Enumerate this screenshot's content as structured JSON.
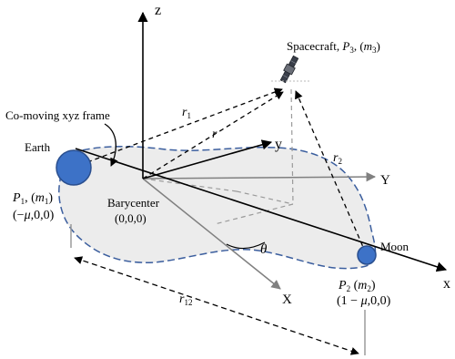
{
  "axes": {
    "z": "z",
    "x": "x",
    "y": "y",
    "X": "X",
    "Y": "Y"
  },
  "spacecraft": {
    "title": "Spacecraft, ",
    "p": "P",
    "p_sub": "3",
    "mass_open": ", (",
    "m": "m",
    "m_sub": "3",
    "mass_close": ")"
  },
  "earth": {
    "name": "Earth",
    "p": "P",
    "p_sub": "1",
    "mass_open": ", (",
    "m": "m",
    "m_sub": "1",
    "mass_close": ")",
    "coords_open": "(−",
    "mu": "μ",
    "coords_close": ",0,0)"
  },
  "moon": {
    "name": "Moon",
    "p": "P",
    "p_sub": "2",
    "mass_open": " (",
    "m": "m",
    "m_sub": "2",
    "mass_close": ")",
    "coords_open": "(1 − ",
    "mu": "μ",
    "coords_close": ",0,0)"
  },
  "barycenter": {
    "name": "Barycenter",
    "coords": "(0,0,0)"
  },
  "frame_label": "Co-moving xyz frame",
  "vectors": {
    "r": "r",
    "r1": "r",
    "r1_sub": "1",
    "r2": "r",
    "r2_sub": "2",
    "r12": "r",
    "r12_sub": "12"
  },
  "angle": "θ",
  "colors": {
    "plane_fill": "#ececec",
    "plane_edge": "#3b5e9e",
    "body_fill": "#3d72c7",
    "body_edge": "#2a4f8f",
    "inertial_axis": "#808080"
  }
}
